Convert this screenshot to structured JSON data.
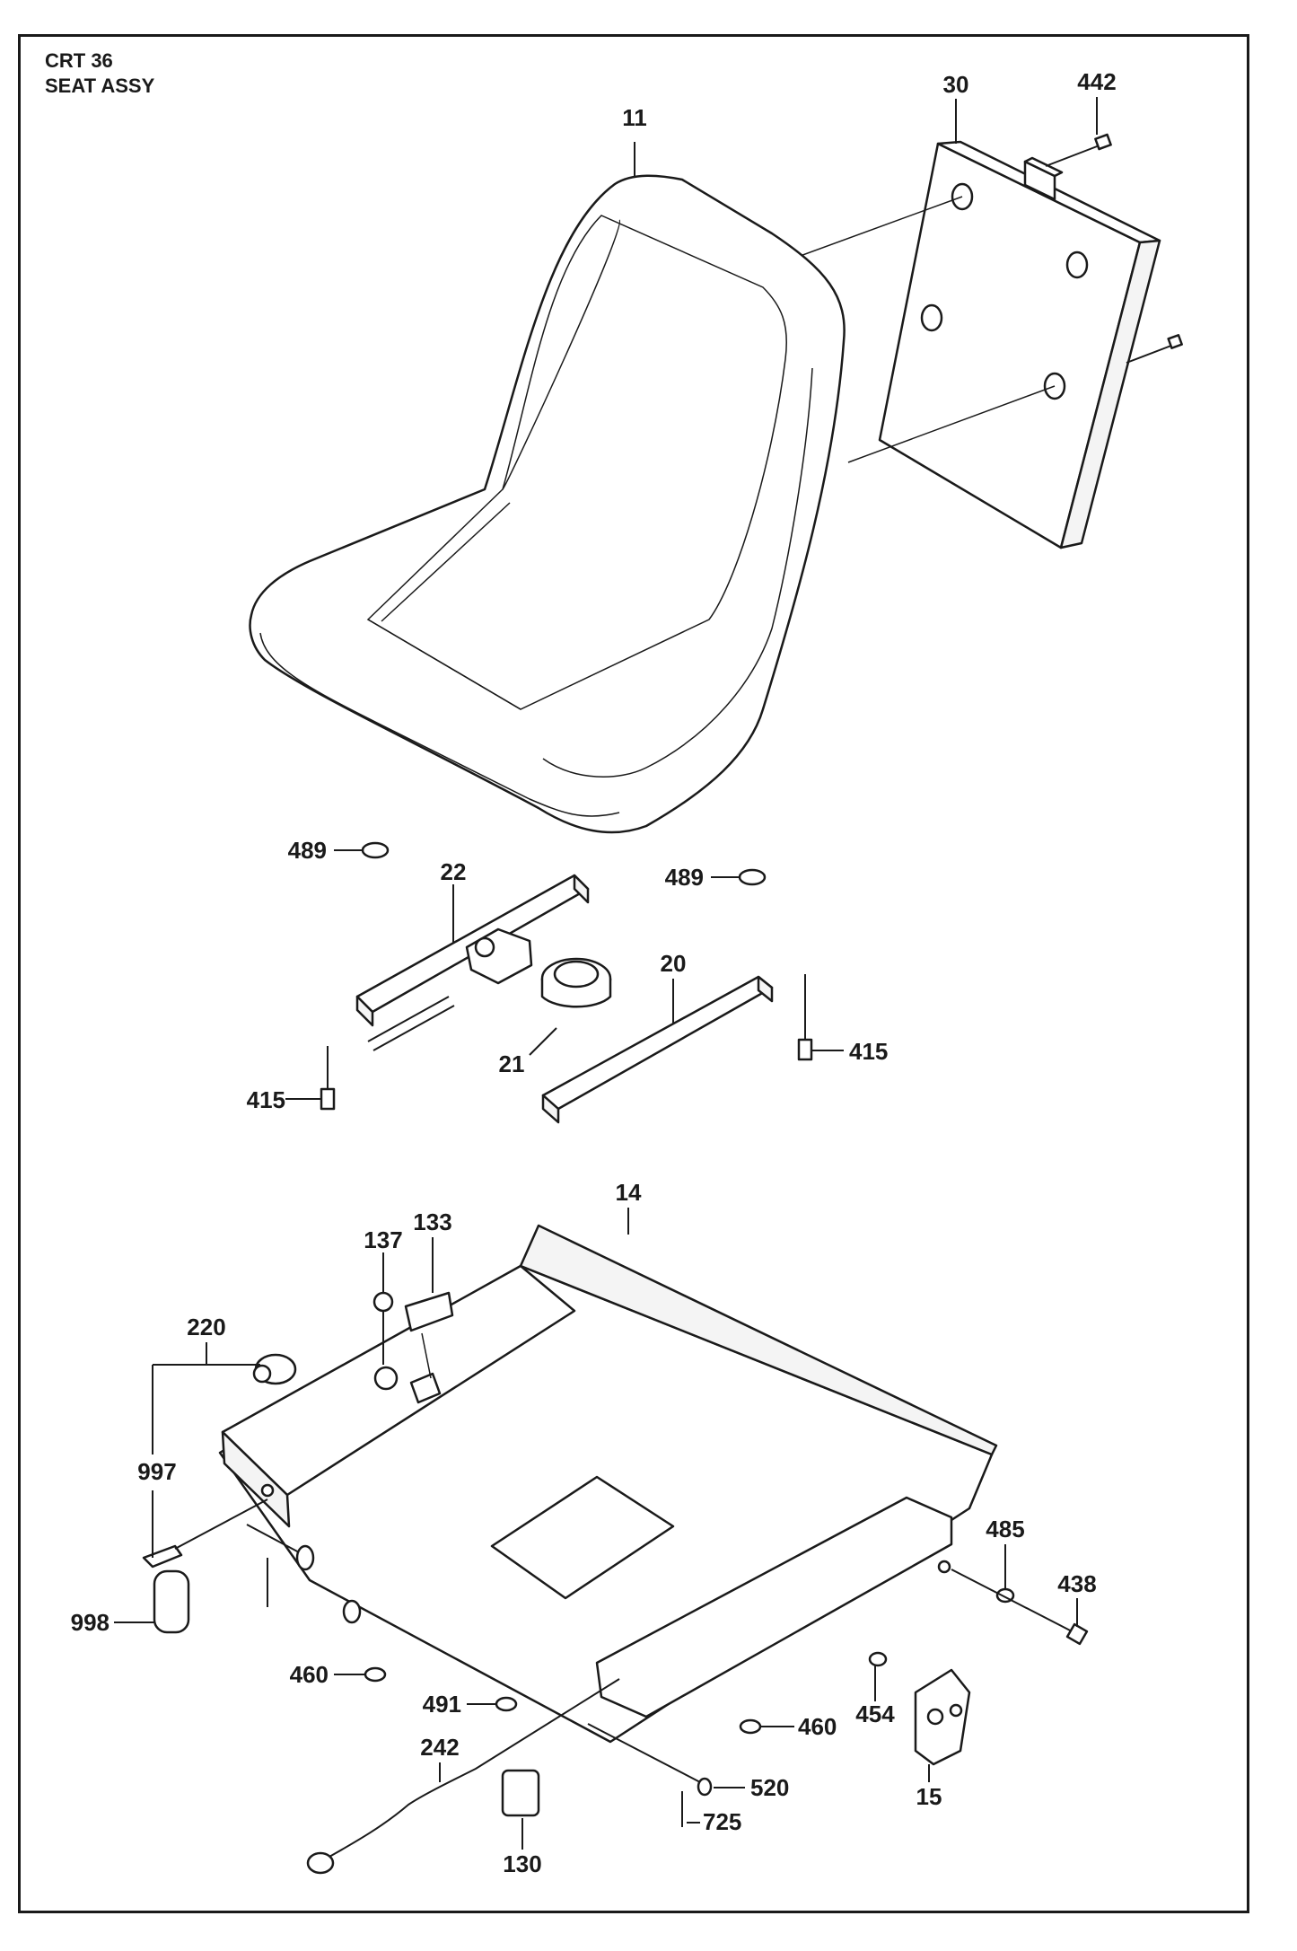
{
  "title": {
    "model": "CRT 36",
    "assembly": "SEAT ASSY"
  },
  "callouts": {
    "c11": "11",
    "c30": "30",
    "c442": "442",
    "c489a": "489",
    "c489b": "489",
    "c22": "22",
    "c20": "20",
    "c21": "21",
    "c415a": "415",
    "c415b": "415",
    "c14": "14",
    "c133": "133",
    "c137": "137",
    "c220": "220",
    "c997": "997",
    "c998": "998",
    "c460a": "460",
    "c460b": "460",
    "c491": "491",
    "c242": "242",
    "c130": "130",
    "c520": "520",
    "c725": "725",
    "c454": "454",
    "c15": "15",
    "c485": "485",
    "c438": "438"
  }
}
